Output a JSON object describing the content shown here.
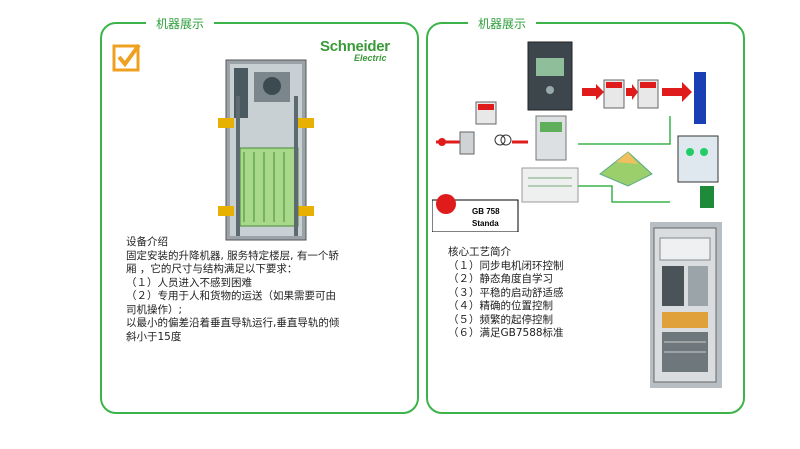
{
  "left_panel": {
    "title": "机器展示",
    "brand": {
      "line1": "Schneider",
      "line2": "Electric"
    },
    "icon": "checkbox-check-icon",
    "description": [
      "设备介绍",
      "固定安装的升降机器, 服务特定楼层, 有一个轿",
      "厢 ，它的尺寸与结构满足以下要求：",
      "（１）人员进入不感到困难",
      "（２）专用于人和货物的运送（如果需要可由",
      "司机操作）;",
      "以最小的偏差沿着垂直导轨运行,垂直导轨的倾",
      "斜小于15度"
    ]
  },
  "right_panel": {
    "title": "机器展示",
    "standard_label": [
      "GB 758",
      "Standa"
    ],
    "description": [
      "核心工艺简介",
      "（１）同步电机闭环控制",
      "（２）静态角度自学习",
      "（３）平稳的启动舒适感",
      "（４）精确的位置控制",
      "（５）频繁的起停控制",
      "（６）满足GB7588标准"
    ]
  },
  "colors": {
    "frame_green": "#3cb44a",
    "accent_orange": "#f0a020",
    "brand_green": "#3a9a3a",
    "red": "#e01b1b",
    "blue": "#1a3fb5"
  }
}
